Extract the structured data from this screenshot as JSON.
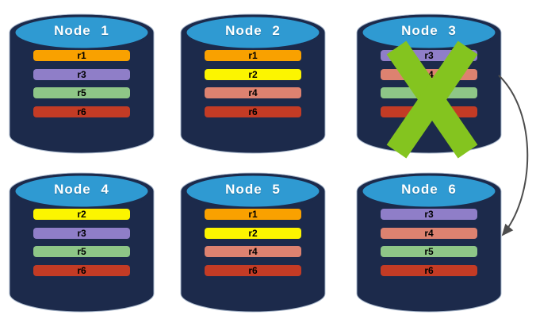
{
  "colors": {
    "cylinder_body": "#1c2a4b",
    "cylinder_top": "#2f9ad2",
    "cylinder_edge": "#a9b8cc",
    "title_text": "#ffffff",
    "bar_text": "#000000",
    "failure_x": "#84c41f",
    "arrow": "#4d4d4d",
    "replica_colors": {
      "r1": "#f9a100",
      "r2": "#fcf500",
      "r3": "#8f7ec8",
      "r4": "#dd8270",
      "r5": "#8ec687",
      "r6": "#c33b25"
    }
  },
  "nodes": [
    {
      "title": "Node 1",
      "bars": [
        {
          "label": "r1",
          "color": "#f9a100"
        },
        {
          "label": "r3",
          "color": "#8f7ec8"
        },
        {
          "label": "r5",
          "color": "#8ec687"
        },
        {
          "label": "r6",
          "color": "#c33b25"
        }
      ]
    },
    {
      "title": "Node 2",
      "bars": [
        {
          "label": "r1",
          "color": "#f9a100"
        },
        {
          "label": "r2",
          "color": "#fcf500"
        },
        {
          "label": "r4",
          "color": "#dd8270"
        },
        {
          "label": "r6",
          "color": "#c33b25"
        }
      ]
    },
    {
      "title": "Node 3",
      "bars": [
        {
          "label": "r3",
          "color": "#8f7ec8"
        },
        {
          "label": "r4",
          "color": "#dd8270"
        },
        {
          "label": "r5",
          "color": "#8ec687"
        },
        {
          "label": "r6",
          "color": "#c33b25"
        }
      ]
    },
    {
      "title": "Node 4",
      "bars": [
        {
          "label": "r2",
          "color": "#fcf500"
        },
        {
          "label": "r3",
          "color": "#8f7ec8"
        },
        {
          "label": "r5",
          "color": "#8ec687"
        },
        {
          "label": "r6",
          "color": "#c33b25"
        }
      ]
    },
    {
      "title": "Node 5",
      "bars": [
        {
          "label": "r1",
          "color": "#f9a100"
        },
        {
          "label": "r2",
          "color": "#fcf500"
        },
        {
          "label": "r4",
          "color": "#dd8270"
        },
        {
          "label": "r6",
          "color": "#c33b25"
        }
      ]
    },
    {
      "title": "Node 6",
      "bars": [
        {
          "label": "r3",
          "color": "#8f7ec8"
        },
        {
          "label": "r4",
          "color": "#dd8270"
        },
        {
          "label": "r5",
          "color": "#8ec687"
        },
        {
          "label": "r6",
          "color": "#c33b25"
        }
      ]
    }
  ],
  "failure": {
    "failed_node": "Node 3"
  },
  "arrow": {
    "from": "Node 3",
    "to": "Node 6"
  }
}
